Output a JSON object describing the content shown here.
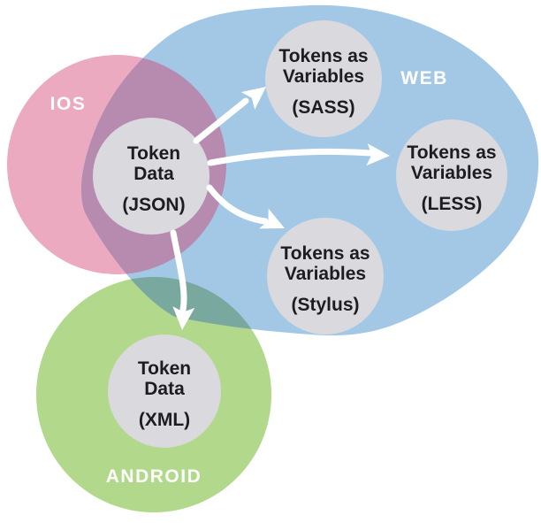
{
  "canvas": {
    "background": "#ffffff"
  },
  "venn": {
    "ios": {
      "label": "IOS",
      "color": "#ebaabf",
      "label_color": "#ffffff"
    },
    "web": {
      "label": "WEB",
      "color": "#a3c8e6",
      "label_color": "#ffffff"
    },
    "android": {
      "label": "ANDROID",
      "color": "#b2d88b",
      "label_color": "#ffffff"
    },
    "overlap_ios_web_color": "#b78bb0",
    "overlap_android_web_color": "#79a89e"
  },
  "nodes": {
    "fill": "#d9d9de",
    "text_color": "#1d1d21",
    "json": {
      "line1": "Token",
      "line2": "Data",
      "sub": "(JSON)"
    },
    "sass": {
      "line1": "Tokens as",
      "line2": "Variables",
      "sub": "(SASS)"
    },
    "less": {
      "line1": "Tokens as",
      "line2": "Variables",
      "sub": "(LESS)"
    },
    "stylus": {
      "line1": "Tokens as",
      "line2": "Variables",
      "sub": "(Stylus)"
    },
    "xml": {
      "line1": "Token",
      "line2": "Data",
      "sub": "(XML)"
    }
  },
  "arrows": {
    "color": "#ffffff"
  }
}
